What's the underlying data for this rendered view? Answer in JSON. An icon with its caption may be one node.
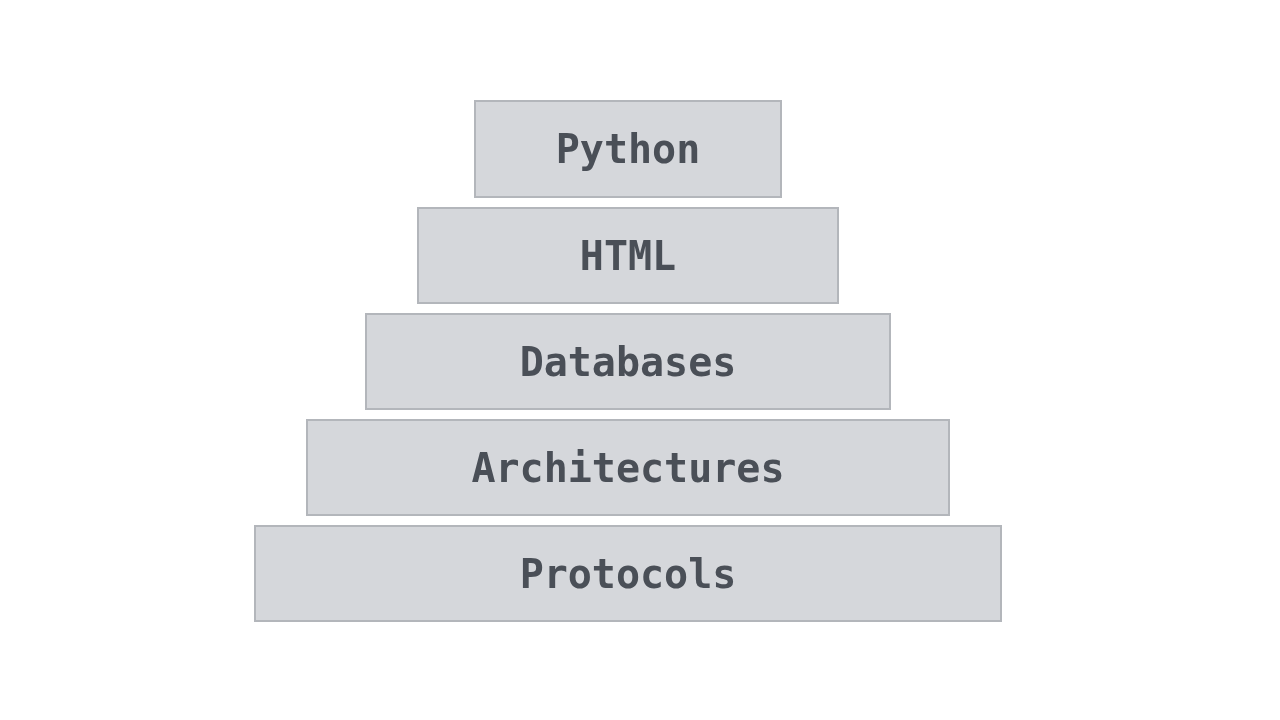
{
  "diagram": {
    "nodes": [
      {
        "text": [
          "Python"
        ]
      },
      {
        "text": [
          "HTML"
        ]
      },
      {
        "text": [
          "Databases"
        ]
      },
      {
        "text": [
          "Architectures"
        ]
      },
      {
        "text": [
          "Protocols"
        ]
      }
    ]
  }
}
